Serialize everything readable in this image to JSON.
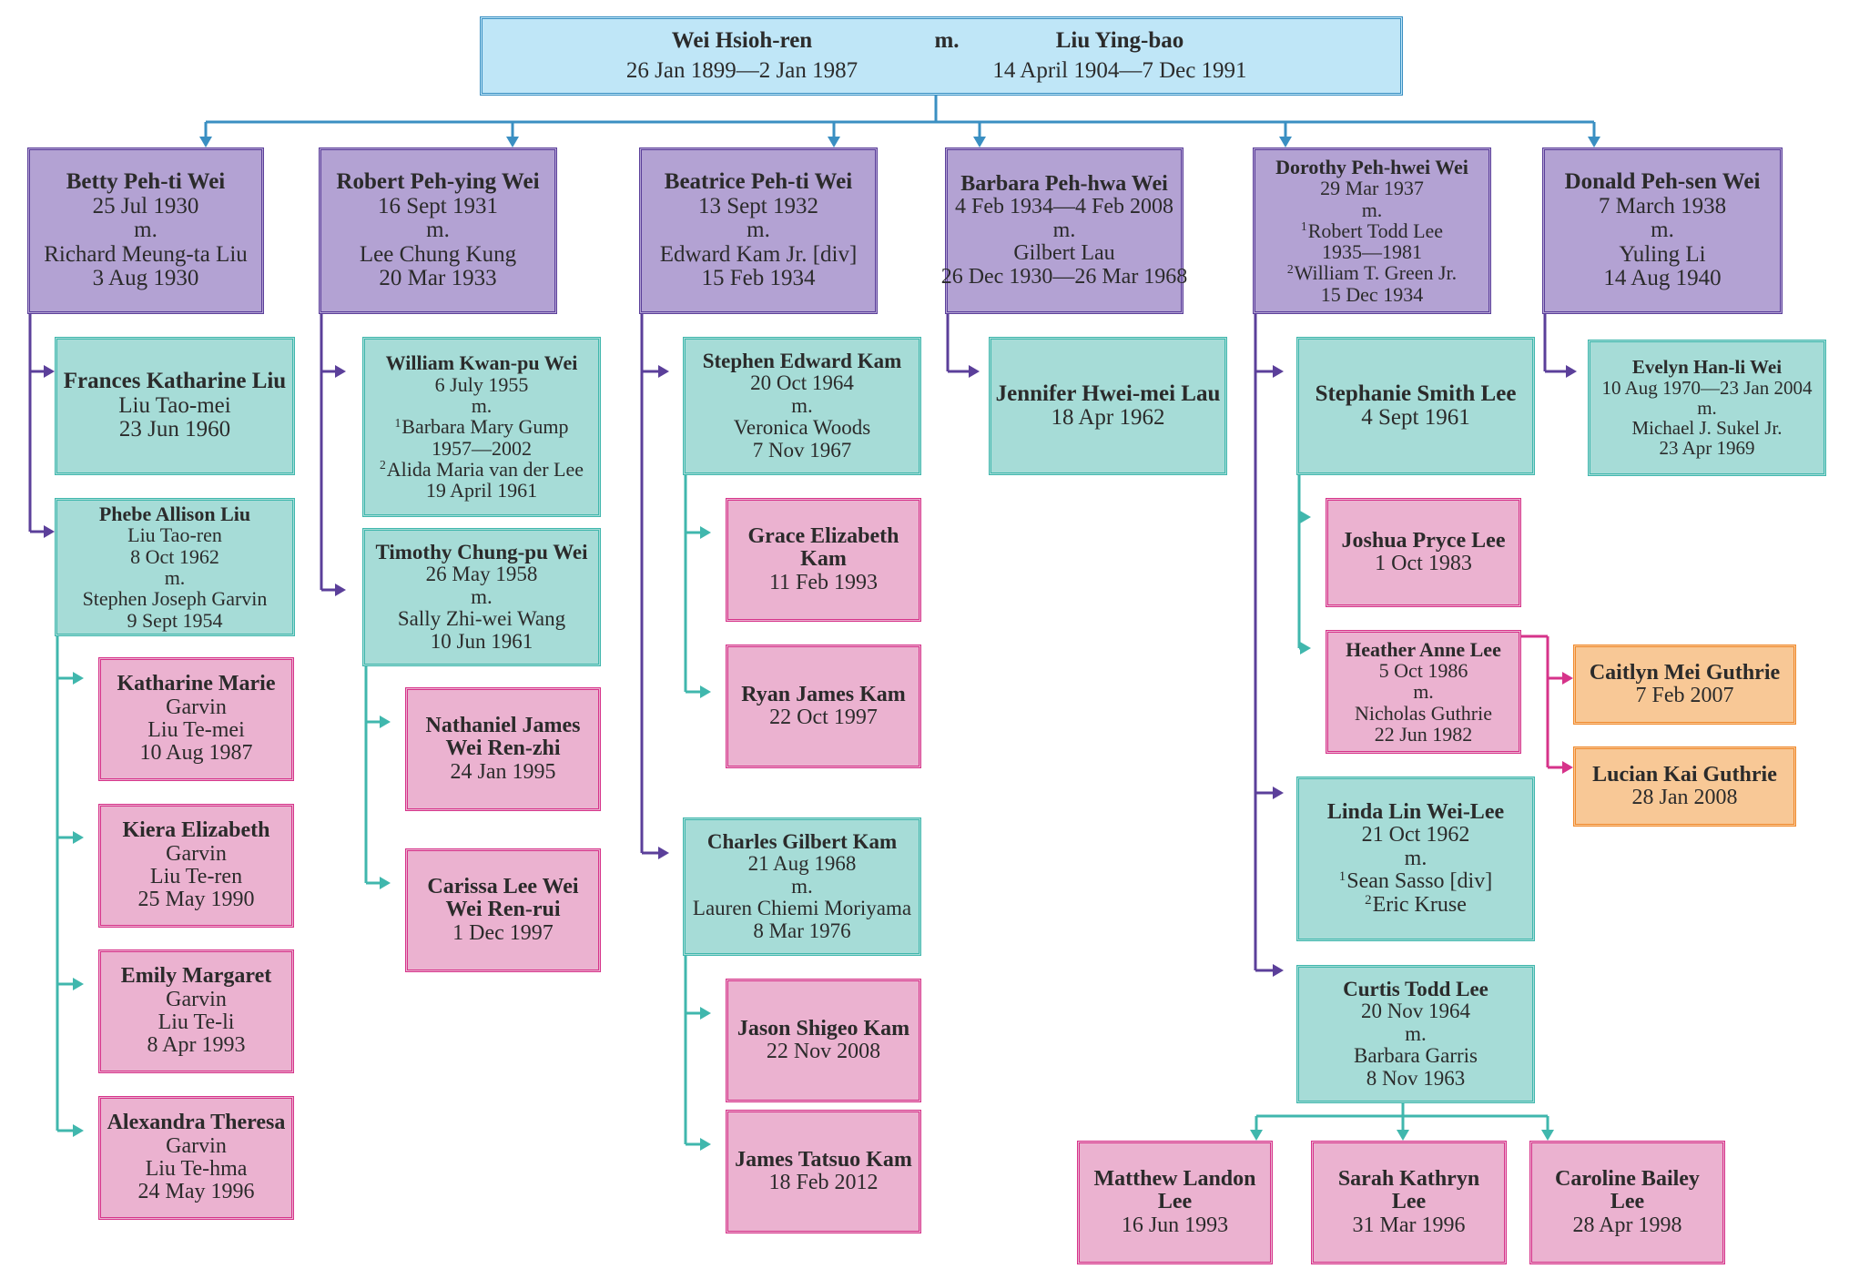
{
  "colors": {
    "root_fill": "#bfe6f7",
    "root_border": "#3a8fc2",
    "parent_fill": "#b3a2d3",
    "parent_border": "#5b3f9a",
    "child_fill": "#a6dcd7",
    "child_border": "#40b7ad",
    "grandchild_fill": "#ebb2d0",
    "grandchild_border": "#d6338a",
    "great_grandchild_fill": "#f8c896",
    "great_grandchild_border": "#f08a2e",
    "connector_root": "#3a8fc2",
    "connector_parent": "#5b3f9a",
    "connector_child": "#40b7ad",
    "connector_grandchild": "#d6338a"
  },
  "root": {
    "husband": {
      "name": "Wei Hsioh-ren",
      "dates": "26 Jan 1899—2 Jan 1987"
    },
    "married": "m.",
    "wife": {
      "name": "Liu Ying-bao",
      "dates": "14 April 1904—7 Dec 1991"
    }
  },
  "people": {
    "betty": {
      "lines": [
        "Betty Peh-ti Wei",
        "25 Jul 1930",
        "m.",
        "Richard Meung-ta Liu",
        "3 Aug 1930"
      ]
    },
    "robert": {
      "lines": [
        "Robert Peh-ying Wei",
        "16 Sept 1931",
        "m.",
        "Lee Chung Kung",
        "20 Mar 1933"
      ]
    },
    "beatrice": {
      "lines": [
        "Beatrice Peh-ti Wei",
        "13 Sept 1932",
        "m.",
        "Edward Kam Jr. [div]",
        "15 Feb 1934"
      ]
    },
    "barbara": {
      "lines": [
        "Barbara Peh-hwa Wei",
        "4 Feb 1934—4 Feb 2008",
        "m.",
        "Gilbert Lau",
        "26 Dec 1930—26 Mar 1968"
      ]
    },
    "dorothy": {
      "lines": [
        "Dorothy Peh-hwei Wei",
        "29 Mar 1937",
        "m.",
        "Robert Todd Lee",
        "1935—1981",
        "William T. Green Jr.",
        "15 Dec 1934"
      ],
      "sups": [
        "",
        "",
        "",
        "1",
        "",
        "2",
        ""
      ]
    },
    "donald": {
      "lines": [
        "Donald Peh-sen Wei",
        "7 March 1938",
        "m.",
        "Yuling Li",
        "14 Aug 1940"
      ]
    },
    "frances": {
      "lines": [
        "Frances Katharine Liu",
        "Liu Tao-mei",
        "23 Jun 1960"
      ]
    },
    "phebe": {
      "lines": [
        "Phebe Allison Liu",
        "Liu Tao-ren",
        "8 Oct 1962",
        "m.",
        "Stephen Joseph Garvin",
        "9 Sept 1954"
      ]
    },
    "katharine": {
      "lines": [
        "Katharine Marie",
        "Garvin",
        "Liu Te-mei",
        "10 Aug 1987"
      ]
    },
    "kiera": {
      "lines": [
        "Kiera Elizabeth",
        "Garvin",
        "Liu Te-ren",
        "25 May 1990"
      ]
    },
    "emily": {
      "lines": [
        "Emily Margaret",
        "Garvin",
        "Liu Te-li",
        "8 Apr 1993"
      ]
    },
    "alexandra": {
      "lines": [
        "Alexandra Theresa",
        "Garvin",
        "Liu Te-hma",
        "24 May 1996"
      ]
    },
    "william": {
      "lines": [
        "William Kwan-pu Wei",
        "6 July 1955",
        "m.",
        "Barbara Mary Gump",
        "1957—2002",
        "Alida Maria van der Lee",
        "19 April 1961"
      ],
      "sups": [
        "",
        "",
        "",
        "1",
        "",
        "2",
        ""
      ]
    },
    "timothy": {
      "lines": [
        "Timothy Chung-pu Wei",
        "26 May 1958",
        "m.",
        "Sally Zhi-wei Wang",
        "10 Jun 1961"
      ]
    },
    "nathaniel": {
      "lines": [
        "Nathaniel James",
        "Wei Ren-zhi",
        "24 Jan 1995"
      ]
    },
    "carissa": {
      "lines": [
        "Carissa Lee Wei",
        "Wei Ren-rui",
        "1 Dec 1997"
      ]
    },
    "stephen": {
      "lines": [
        "Stephen Edward Kam",
        "20 Oct 1964",
        "m.",
        "Veronica Woods",
        "7 Nov 1967"
      ]
    },
    "grace": {
      "lines": [
        "Grace Elizabeth",
        "Kam",
        "11 Feb 1993"
      ]
    },
    "ryan": {
      "lines": [
        "Ryan James Kam",
        "22 Oct 1997"
      ]
    },
    "charles": {
      "lines": [
        "Charles Gilbert Kam",
        "21 Aug 1968",
        "m.",
        "Lauren Chiemi Moriyama",
        "8 Mar 1976"
      ]
    },
    "jason": {
      "lines": [
        "Jason Shigeo Kam",
        "22 Nov 2008"
      ]
    },
    "james": {
      "lines": [
        "James Tatsuo Kam",
        "18 Feb 2012"
      ]
    },
    "jennifer": {
      "lines": [
        "Jennifer Hwei-mei Lau",
        "18 Apr 1962"
      ]
    },
    "stephanie": {
      "lines": [
        "Stephanie Smith Lee",
        "4 Sept 1961"
      ]
    },
    "joshua": {
      "lines": [
        "Joshua Pryce Lee",
        "1 Oct 1983"
      ]
    },
    "heather": {
      "lines": [
        "Heather Anne Lee",
        "5 Oct 1986",
        "m.",
        "Nicholas Guthrie",
        "22 Jun 1982"
      ]
    },
    "caitlyn": {
      "lines": [
        "Caitlyn Mei Guthrie",
        "7 Feb 2007"
      ]
    },
    "lucian": {
      "lines": [
        "Lucian Kai Guthrie",
        "28 Jan 2008"
      ]
    },
    "linda": {
      "lines": [
        "Linda Lin Wei-Lee",
        "21 Oct 1962",
        "m.",
        "Sean Sasso [div]",
        "Eric Kruse"
      ],
      "sups": [
        "",
        "",
        "",
        "1",
        "2"
      ]
    },
    "curtis": {
      "lines": [
        "Curtis Todd Lee",
        "20 Nov 1964",
        "m.",
        "Barbara Garris",
        "8 Nov 1963"
      ]
    },
    "matthew": {
      "lines": [
        "Matthew Landon",
        "Lee",
        "16 Jun 1993"
      ]
    },
    "sarah": {
      "lines": [
        "Sarah Kathryn",
        "Lee",
        "31 Mar 1996"
      ]
    },
    "caroline": {
      "lines": [
        "Caroline Bailey",
        "Lee",
        "28 Apr 1998"
      ]
    },
    "evelyn": {
      "lines": [
        "Evelyn Han-li Wei",
        "10 Aug 1970—23 Jan 2004",
        "m.",
        "Michael J. Sukel Jr.",
        "23 Apr 1969"
      ]
    }
  }
}
